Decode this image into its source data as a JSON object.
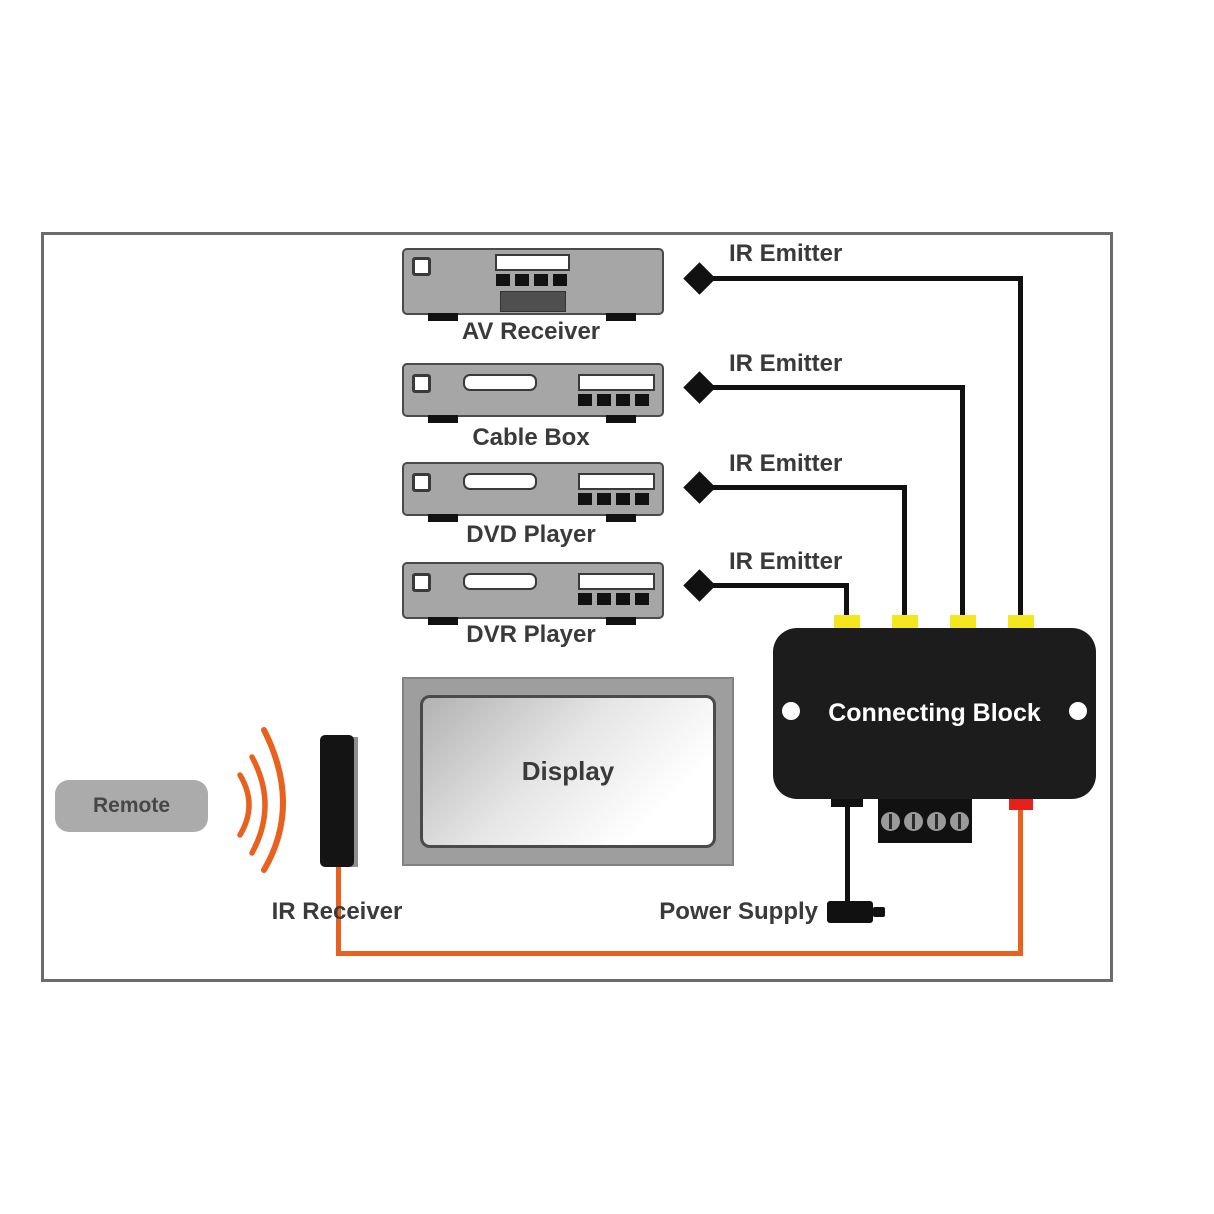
{
  "diagram": {
    "devices": [
      {
        "label": "AV Receiver"
      },
      {
        "label": "Cable Box"
      },
      {
        "label": "DVD Player"
      },
      {
        "label": "DVR Player"
      }
    ],
    "emitters": [
      {
        "label": "IR Emitter"
      },
      {
        "label": "IR Emitter"
      },
      {
        "label": "IR Emitter"
      },
      {
        "label": "IR Emitter"
      }
    ],
    "connecting_block": {
      "label": "Connecting Block"
    },
    "display": {
      "label": "Display"
    },
    "remote": {
      "label": "Remote"
    },
    "ir_receiver": {
      "label": "IR Receiver"
    },
    "power_supply": {
      "label": "Power Supply"
    },
    "colors": {
      "wire_black": "#111111",
      "wire_orange": "#e8611e",
      "connector_yellow": "#f5e71e",
      "connector_red": "#e6201a",
      "device_gray": "#a6a6a6",
      "block_black": "#1c1c1c"
    }
  }
}
